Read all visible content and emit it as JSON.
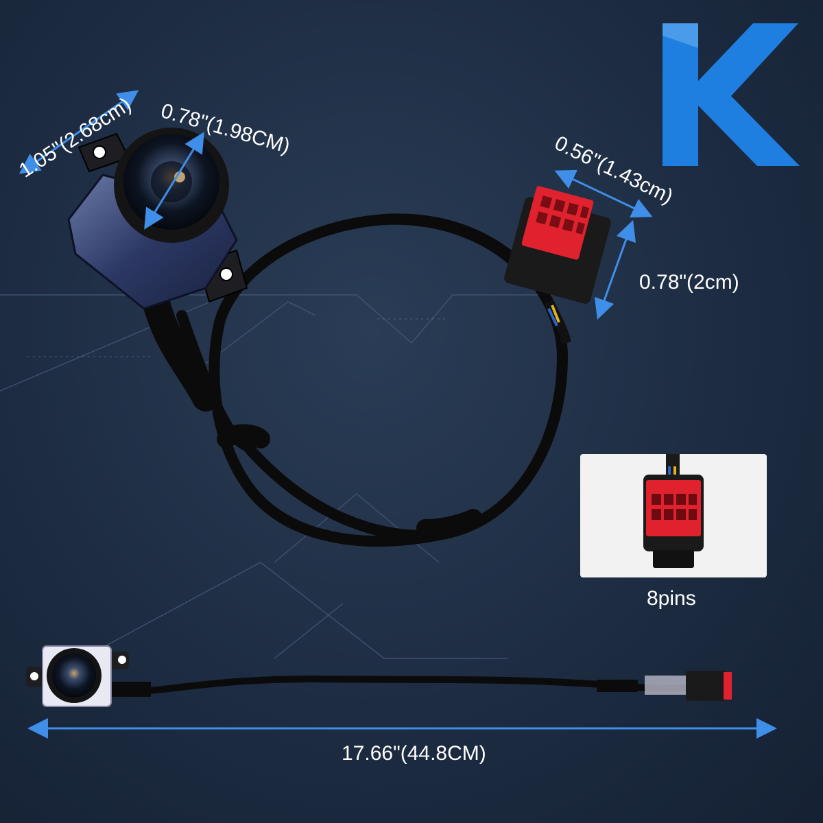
{
  "brand": {
    "logo_letter": "K",
    "logo_color": "#1e7fe0"
  },
  "dimensions": {
    "mount_width": "1.05\"(2.68cm)",
    "lens_diameter": "0.78\"(1.98CM)",
    "connector_width": "0.56\"(1.43cm)",
    "connector_height": "0.78\"(2cm)",
    "total_length": "17.66\"(44.8CM)"
  },
  "connector_inset": {
    "label": "8pins",
    "connector_color": "#e0222e"
  },
  "colors": {
    "background": "#1d2c42",
    "arrow": "#3f8ee8",
    "cable": "#111111"
  }
}
